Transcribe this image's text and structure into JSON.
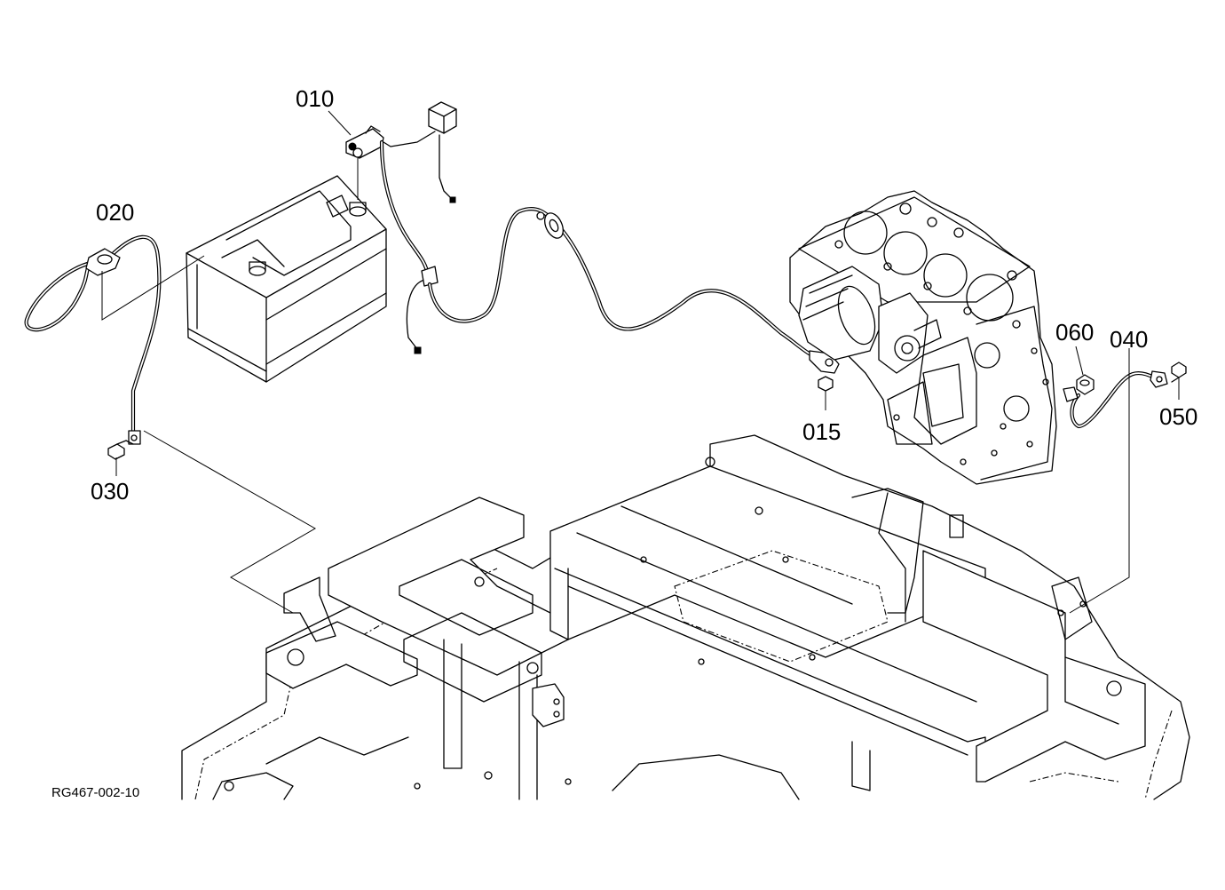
{
  "diagram": {
    "reference_code": "RG467-002-10",
    "callouts": [
      {
        "id": "010",
        "label": "010"
      },
      {
        "id": "015",
        "label": "015"
      },
      {
        "id": "020",
        "label": "020"
      },
      {
        "id": "030",
        "label": "030"
      },
      {
        "id": "040",
        "label": "040"
      },
      {
        "id": "050",
        "label": "050"
      },
      {
        "id": "060",
        "label": "060"
      }
    ]
  }
}
